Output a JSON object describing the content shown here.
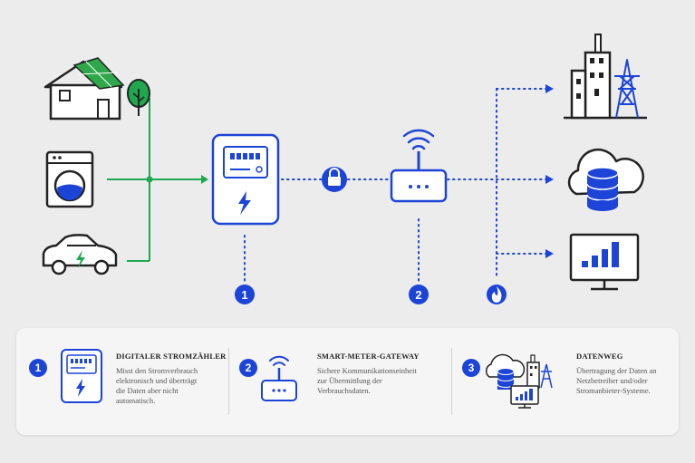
{
  "diagram": {
    "badges": [
      "1",
      "2"
    ],
    "colors": {
      "accent_blue": "#1c44d6",
      "energy_green": "#1fa84f",
      "outline": "#222222",
      "background": "#ececec"
    },
    "icons": [
      "house-solar-icon",
      "tree-icon",
      "washing-machine-icon",
      "electric-car-icon",
      "smart-meter-icon",
      "lock-icon",
      "gateway-router-icon",
      "flame-icon",
      "power-plant-icon",
      "cloud-database-icon",
      "monitor-chart-icon"
    ]
  },
  "legend": {
    "items": [
      {
        "number": "1",
        "title": "DIGITALER STROMZÄHLER",
        "text_lines": [
          "Misst den Stromverbrauch",
          "elektronisch und überträgt",
          "die Daten aber nicht",
          "automatisch."
        ]
      },
      {
        "number": "2",
        "title": "SMART-METER-GATEWAY",
        "text_lines": [
          "Sichere Kommunikationseinheit",
          "zur Übermittlung der",
          "Verbrauchsdaten."
        ]
      },
      {
        "number": "3",
        "title": "DATENWEG",
        "text_lines": [
          "Übertragung der Daten an",
          "Netzbetreiber und/oder",
          "Stromanbieter-Systeme."
        ]
      }
    ]
  }
}
